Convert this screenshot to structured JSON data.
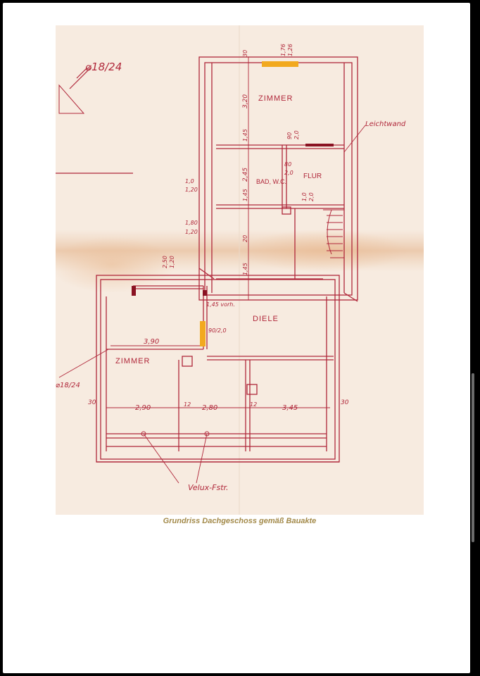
{
  "document": {
    "caption": "Grundriss Dachgeschoss gemäß Bauakte"
  },
  "plan": {
    "annotations": {
      "ref_top": "⌀18/24",
      "ref_left": "⌀18/24",
      "leichtwand": "Leichtwand",
      "velux": "Velux-Fstr.",
      "vorh": "1,45 vorh.",
      "door_label": "90/2,0"
    },
    "rooms": {
      "zimmer_top": "ZIMMER",
      "bad": "BAD, W.C.",
      "flur": "FLUR",
      "diele": "DIELE",
      "zimmer_bottom": "ZIMMER"
    },
    "dimensions": {
      "top_30": "30",
      "top_a": "1,76",
      "top_b": "1,26",
      "zimmer_h": "3,20",
      "d145a": "1,45",
      "d90": "90",
      "d20a": "2,0",
      "d80": "80",
      "d20b": "2,0",
      "d245": "2,45",
      "d10": "1,0",
      "d120a": "1,20",
      "d145b": "1,45",
      "d100": "1,0",
      "d20c": "2,0",
      "d180": "1,80",
      "d120b": "1,20",
      "d250": "2,50",
      "d120c": "1,20",
      "d20d": "20",
      "d145c": "1,45",
      "d390": "3,90",
      "bot_30a": "30",
      "bot_290": "2,90",
      "bot_12a": "12",
      "bot_280": "2,80",
      "bot_12b": "12",
      "bot_345": "3,45",
      "bot_30b": "30"
    },
    "colors": {
      "paper": "#f7ebe0",
      "ink": "#b0273a",
      "highlight": "#f2a91f",
      "stain": "#e9b88e"
    }
  }
}
